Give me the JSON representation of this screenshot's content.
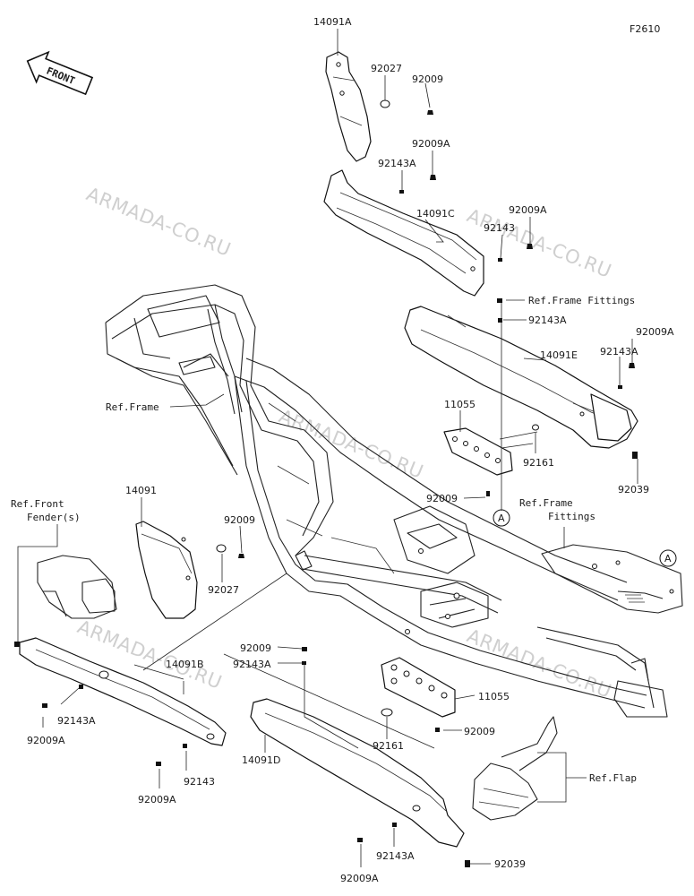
{
  "figure_code": "F2610",
  "front_badge": "FRONT",
  "watermark_text": "ARMADA-CO.RU",
  "ref_marker": "A",
  "labels": {
    "p14091A": "14091A",
    "p92027_top": "92027",
    "p92009_top": "92009",
    "p92009A_top": "92009A",
    "p92143A_top": "92143A",
    "p14091C": "14091C",
    "p92009A_r1": "92009A",
    "p92143_r1": "92143",
    "ref_frame_fittings_1": "Ref.Frame Fittings",
    "p92143A_r2": "92143A",
    "p92009A_r3": "92009A",
    "p14091E": "14091E",
    "p92143A_r3": "92143A",
    "ref_frame": "Ref.Frame",
    "p11055_top": "11055",
    "p92161_top": "92161",
    "p92039_r": "92039",
    "p92009_mid": "92009",
    "p14091": "14091",
    "p92009_l": "92009",
    "p92027_l": "92027",
    "ref_front_fender_1": "Ref.Front",
    "ref_front_fender_2": "Fender(s)",
    "ref_frame_fittings_2a": "Ref.Frame",
    "ref_frame_fittings_2b": "Fittings",
    "p92009_lo": "92009",
    "p92143A_lo": "92143A",
    "p14091B": "14091B",
    "p11055_lo": "11055",
    "p92143A_l": "92143A",
    "p92009A_l": "92009A",
    "p92009_lo2": "92009",
    "p92161_lo": "92161",
    "p14091D": "14091D",
    "p92143_l": "92143",
    "p92009A_l2": "92009A",
    "ref_flap": "Ref.Flap",
    "p92143A_b": "92143A",
    "p92039_b": "92039",
    "p92009A_b": "92009A"
  }
}
